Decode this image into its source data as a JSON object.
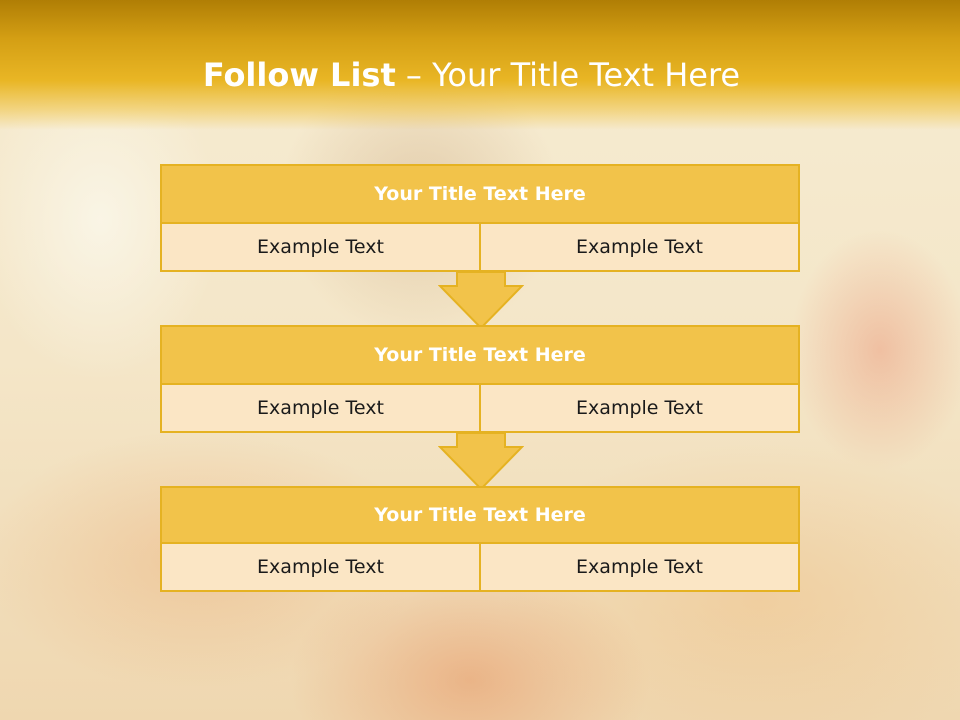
{
  "slide": {
    "title_bold": "Follow List",
    "title_rest": " – Your Title Text Here"
  },
  "steps": [
    {
      "title": "Your Title Text Here",
      "left": "Example Text",
      "right": "Example Text"
    },
    {
      "title": "Your Title Text Here",
      "left": "Example Text",
      "right": "Example Text"
    },
    {
      "title": "Your Title Text Here",
      "left": "Example Text",
      "right": "Example Text"
    }
  ],
  "colors": {
    "header_gold": "#d49f14",
    "box_title_fill": "#f2c34a",
    "box_cell_fill": "#fbe6c5",
    "border": "#e5b222"
  },
  "icons": [
    "down-arrow-icon",
    "down-arrow-icon"
  ]
}
